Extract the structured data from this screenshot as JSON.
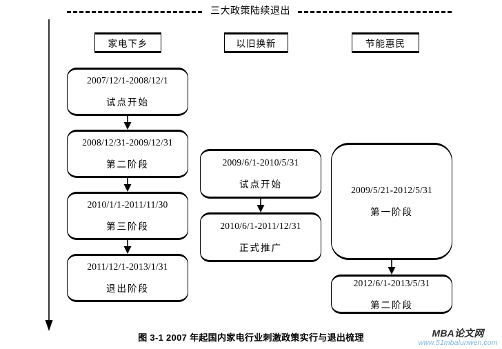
{
  "figure": {
    "title": "三大政策陆续退出",
    "caption": "图 3-1  2007 年起国内家电行业刺激政策实行与退出梳理",
    "timeline_icon": "downward-arrow-icon"
  },
  "columns": [
    {
      "header": "家电下乡",
      "stages": [
        {
          "date": "2007/12/1-2008/12/1",
          "phase": "试点开始"
        },
        {
          "date": "2008/12/31-2009/12/31",
          "phase": "第二阶段"
        },
        {
          "date": "2010/1/1-2011/11/30",
          "phase": "第三阶段"
        },
        {
          "date": "2011/12/1-2013/1/31",
          "phase": "退出阶段"
        }
      ]
    },
    {
      "header": "以旧换新",
      "stages": [
        {
          "date": "2009/6/1-2010/5/31",
          "phase": "试点开始"
        },
        {
          "date": "2010/6/1-2011/12/31",
          "phase": "正式推广"
        }
      ]
    },
    {
      "header": "节能惠民",
      "stages": [
        {
          "date": "2009/5/21-2012/5/31",
          "phase": "第一阶段"
        },
        {
          "date": "2012/6/1-2013/5/31",
          "phase": "第二阶段"
        }
      ]
    }
  ],
  "watermark": {
    "brand": "MBA论文网",
    "url": "www.51mbalunwen.com",
    "brand_color": "#2b2b2b",
    "url_color": "#7fb4e0"
  },
  "colors": {
    "stroke": "#000000",
    "background": "#ffffff"
  }
}
